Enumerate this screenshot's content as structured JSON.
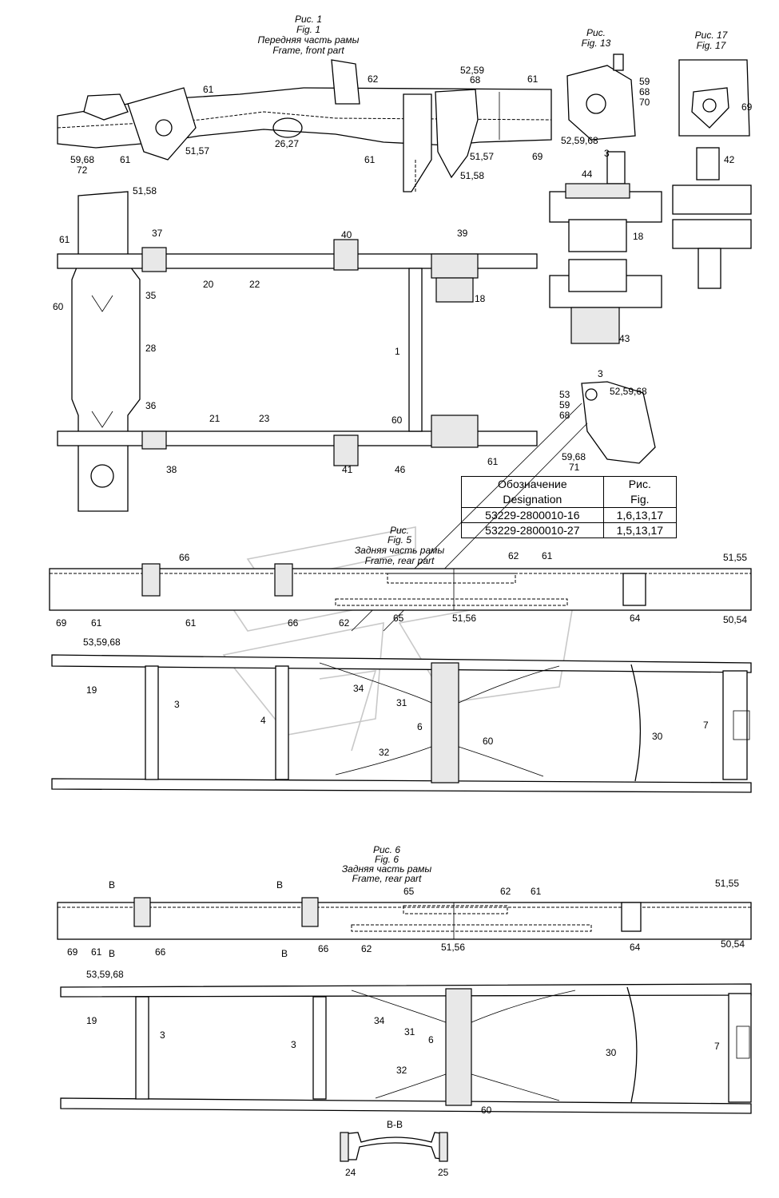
{
  "figures": {
    "fig1": {
      "ru": "Рис. 1",
      "en": "Fig. 1",
      "title_ru": "Передняя часть рамы",
      "title_en": "Frame, front part"
    },
    "fig13": {
      "ru": "Рис.",
      "en": "Fig. 13"
    },
    "fig17": {
      "ru": "Рис. 17",
      "en": "Fig. 17"
    },
    "fig5": {
      "ru": "Рис.",
      "en": "Fig. 5",
      "title_ru": "Задняя часть рамы",
      "title_en": "Frame, rear part"
    },
    "fig6": {
      "ru": "Рис. 6",
      "en": "Fig. 6",
      "title_ru": "Задняя часть рамы",
      "title_en": "Frame, rear part"
    }
  },
  "section_label": "B-B",
  "table": {
    "headers": [
      [
        "Обозначение",
        "Designation"
      ],
      [
        "Рис.",
        "Fig."
      ]
    ],
    "rows": [
      {
        "designation": "53229-2800010-16",
        "figs": "1,6,13,17"
      },
      {
        "designation": "53229-2800010-27",
        "figs": "1,5,13,17"
      }
    ]
  },
  "callouts": {
    "f1_side": [
      "61",
      "62",
      "52,59",
      "68",
      "61",
      "59,68",
      "72",
      "61",
      "51,57",
      "26,27",
      "61",
      "51,57",
      "51,58",
      "69",
      "51,58"
    ],
    "f1_top": [
      "37",
      "40",
      "39",
      "61",
      "60",
      "35",
      "20",
      "22",
      "18",
      "28",
      "1",
      "36",
      "21",
      "23",
      "60",
      "61",
      "38",
      "41",
      "46"
    ],
    "f13": [
      "59",
      "68",
      "70",
      "52,59,68",
      "3",
      "44",
      "18",
      "43",
      "3",
      "53",
      "59",
      "68",
      "52,59,68",
      "59,68",
      "71"
    ],
    "f17": [
      "69",
      "42"
    ],
    "f5_side": [
      "66",
      "62",
      "61",
      "51,55",
      "69",
      "61",
      "61",
      "66",
      "62",
      "65",
      "51,56",
      "64",
      "50,54"
    ],
    "f5_top": [
      "53,59,68",
      "19",
      "3",
      "34",
      "31",
      "4",
      "6",
      "30",
      "7",
      "32",
      "60"
    ],
    "f6_side": [
      "B",
      "B",
      "65",
      "62",
      "61",
      "51,55",
      "69",
      "61",
      "B",
      "66",
      "B",
      "66",
      "62",
      "51,56",
      "64",
      "50,54"
    ],
    "f6_top": [
      "53,59,68",
      "19",
      "34",
      "31",
      "3",
      "3",
      "6",
      "30",
      "7",
      "32",
      "60"
    ],
    "bb": [
      "24",
      "25"
    ]
  }
}
